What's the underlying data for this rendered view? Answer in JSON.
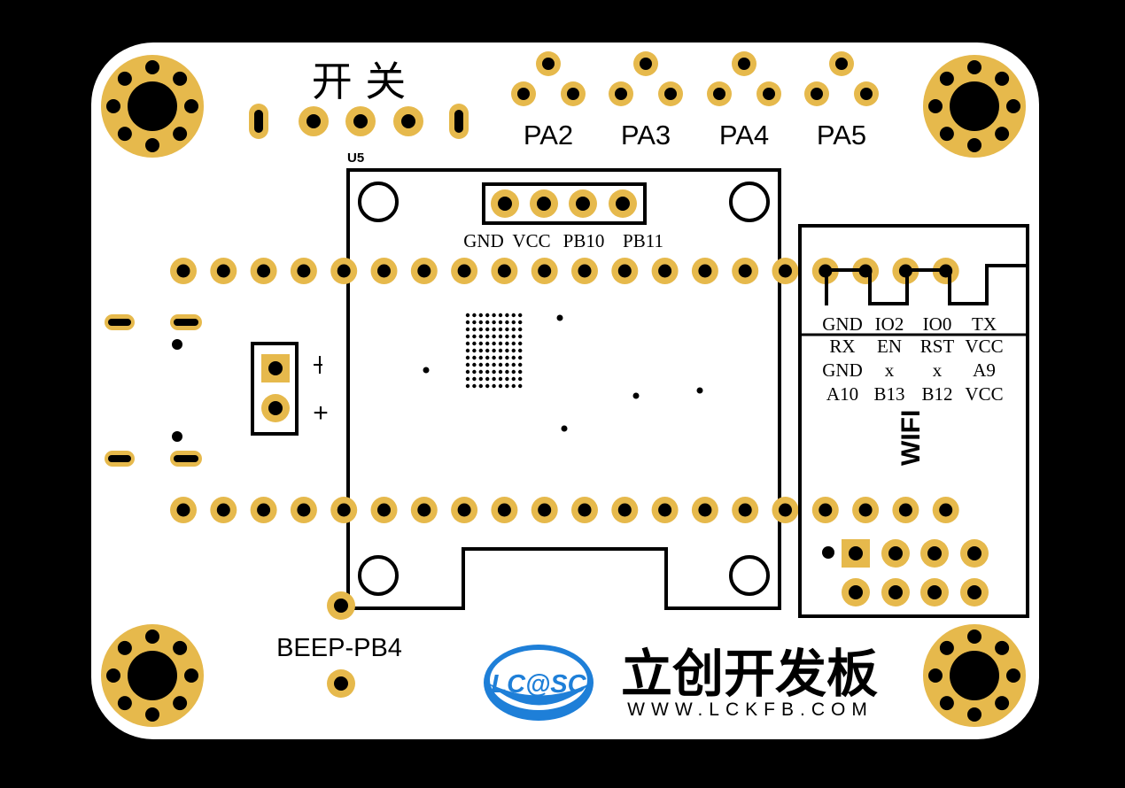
{
  "board": {
    "colors": {
      "background": "#000000",
      "board": "#ffffff",
      "copper": "#e6b94c",
      "silkscreen": "#000000",
      "logo_blue": "#1e7fd8"
    }
  },
  "labels": {
    "switch": "开 关",
    "pa2": "PA2",
    "pa3": "PA3",
    "pa4": "PA4",
    "pa5": "PA5",
    "u5": "U5",
    "oled_pins": [
      "GND",
      "VCC",
      "PB10",
      "PB11"
    ],
    "buzzer": "BEEP-PB4",
    "battery_minus": "-",
    "battery_plus": "+",
    "wifi": "WIFI",
    "wifi_rows": [
      [
        "GND",
        "IO2",
        "IO0",
        "TX"
      ],
      [
        "RX",
        "EN",
        "RST",
        "VCC"
      ],
      [
        "GND",
        "x",
        "x",
        "A9"
      ],
      [
        "A10",
        "B13",
        "B12",
        "VCC"
      ]
    ]
  },
  "logo": {
    "badge": "LC@SC",
    "title": "立创开发板",
    "url": "WWW.LCKFB.COM"
  }
}
